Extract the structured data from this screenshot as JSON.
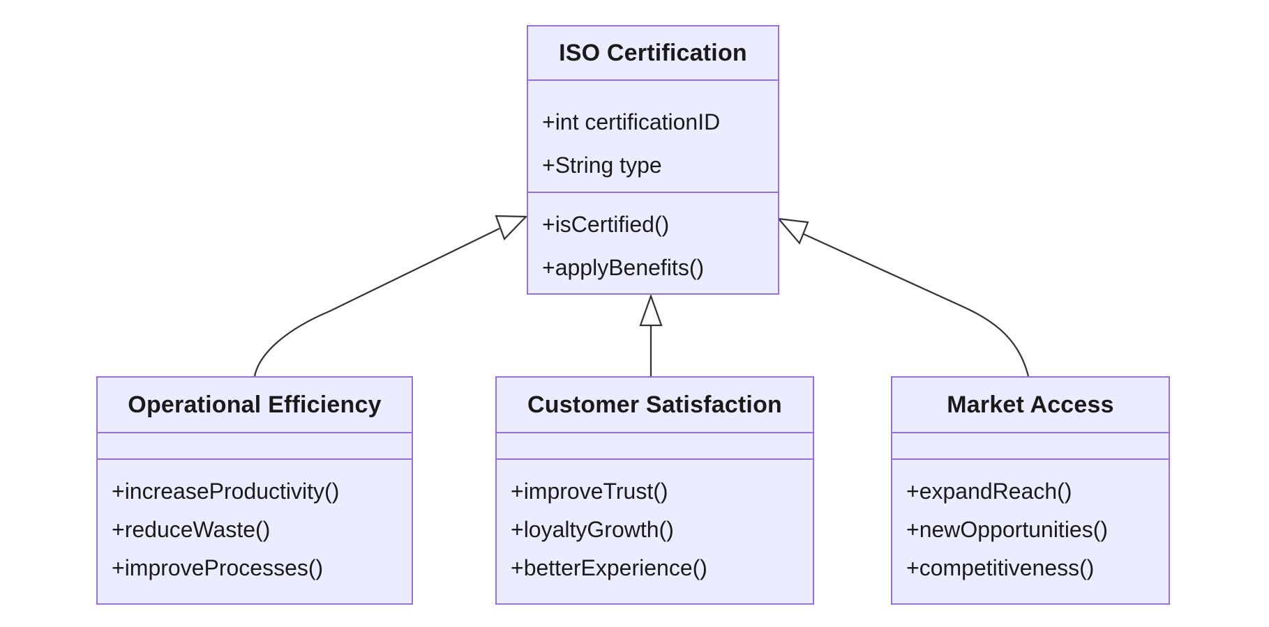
{
  "diagram": {
    "kind": "uml-class-diagram",
    "classes": [
      {
        "name": "ISO Certification",
        "attributes": [
          "+int certificationID",
          "+String type"
        ],
        "methods": [
          "+isCertified()",
          "+applyBenefits()"
        ]
      },
      {
        "name": "Operational Efficiency",
        "attributes": [],
        "methods": [
          "+increaseProductivity()",
          "+reduceWaste()",
          "+improveProcesses()"
        ]
      },
      {
        "name": "Customer Satisfaction",
        "attributes": [],
        "methods": [
          "+improveTrust()",
          "+loyaltyGrowth()",
          "+betterExperience()"
        ]
      },
      {
        "name": "Market Access",
        "attributes": [],
        "methods": [
          "+expandReach()",
          "+newOpportunities()",
          "+competitiveness()"
        ]
      }
    ],
    "relationships": [
      {
        "from": "Operational Efficiency",
        "to": "ISO Certification",
        "type": "inheritance"
      },
      {
        "from": "Customer Satisfaction",
        "to": "ISO Certification",
        "type": "inheritance"
      },
      {
        "from": "Market Access",
        "to": "ISO Certification",
        "type": "inheritance"
      }
    ],
    "colors": {
      "class_fill": "#ECECFF",
      "class_border": "#9370DB",
      "edge_line": "#333333",
      "arrowhead_fill": "#ffffff",
      "text": "#1a1a1a",
      "background": "#ffffff"
    }
  }
}
